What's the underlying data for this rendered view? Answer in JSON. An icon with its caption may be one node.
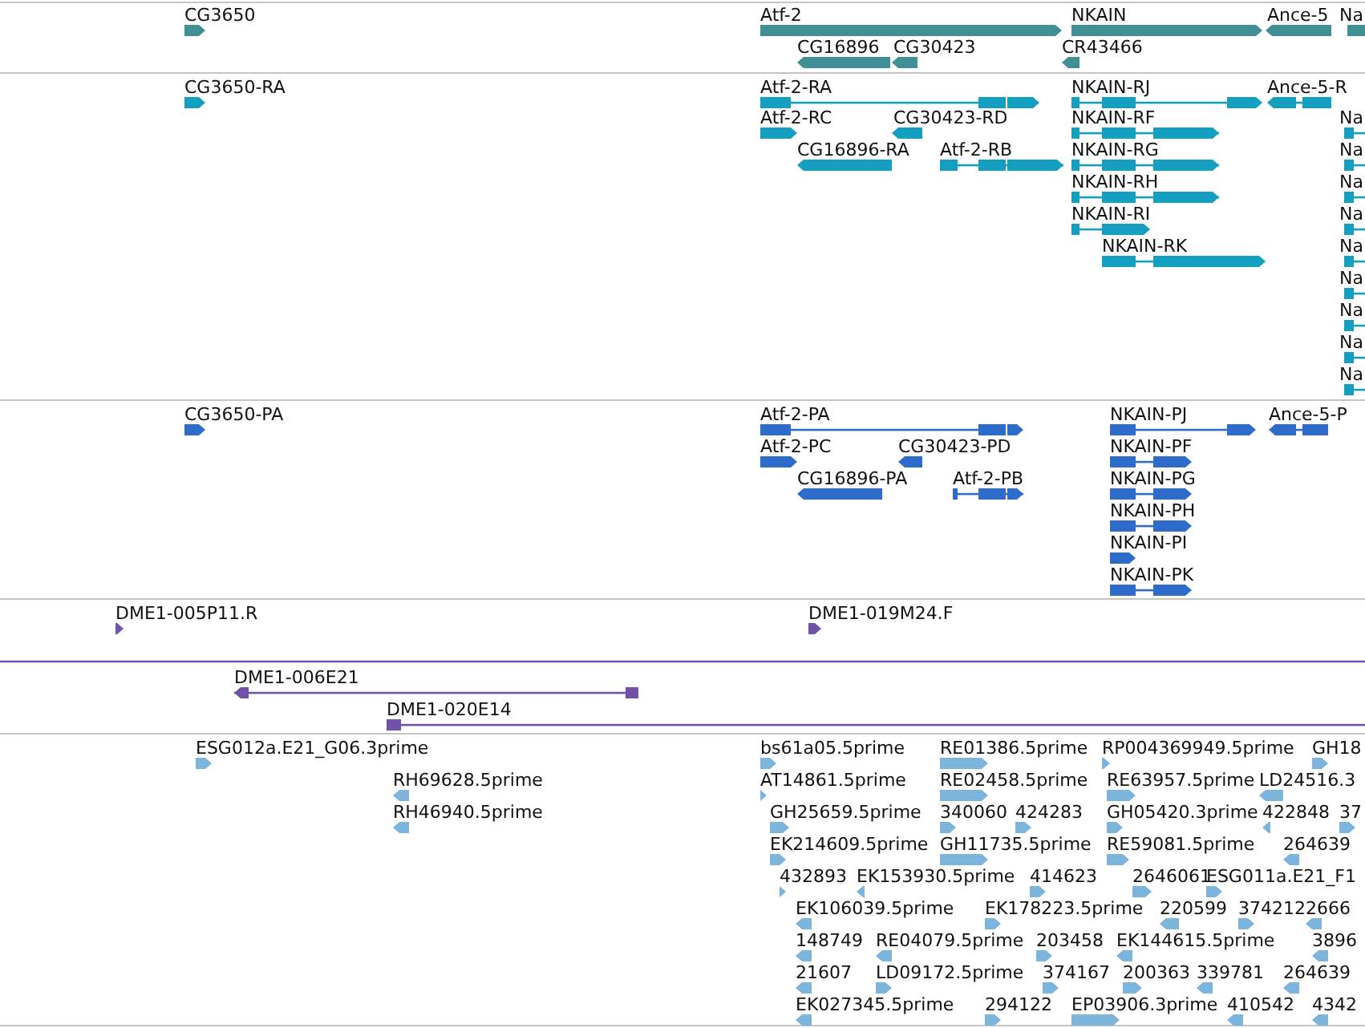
{
  "diagram": {
    "labels": [
      "CG3650",
      "Atf-2",
      "NKAIN",
      "Ance-5",
      "Na",
      "CG16896",
      "CG30423",
      "CR43466",
      "CG3650-RA",
      "Atf-2-RA",
      "NKAIN-RJ",
      "Ance-5-R",
      "Atf-2-RC",
      "CG30423-RD",
      "NKAIN-RF",
      "Na",
      "CG16896-RA",
      "Atf-2-RB",
      "NKAIN-RG",
      "Na",
      "NKAIN-RH",
      "Na",
      "NKAIN-RI",
      "Na",
      "NKAIN-RK",
      "Na",
      "Na",
      "Na",
      "Na",
      "Na",
      "CG3650-PA",
      "Atf-2-PA",
      "NKAIN-PJ",
      "Ance-5-P",
      "Atf-2-PC",
      "CG30423-PD",
      "NKAIN-PF",
      "CG16896-PA",
      "Atf-2-PB",
      "NKAIN-PG",
      "NKAIN-PH",
      "NKAIN-PI",
      "NKAIN-PK",
      "DME1-005P11.R",
      "DME1-019M24.F",
      "DME1-006E21",
      "DME1-020E14",
      "ESG012a.E21_G06.3prime",
      "bs61a05.5prime",
      "RE01386.5prime",
      "RP004369949.5prime",
      "GH18",
      "RH69628.5prime",
      "AT14861.5prime",
      "RE02458.5prime",
      "RE63957.5prime",
      "LD24516.3",
      "RH46940.5prime",
      "GH25659.5prime",
      "340060",
      "424283",
      "GH05420.3prime",
      "422848",
      "37",
      "EK214609.5prime",
      "GH11735.5prime",
      "RE59081.5prime",
      "264639",
      "432893",
      "EK153930.5prime",
      "414623",
      "2646061",
      "ESG011a.E21_F1",
      "EK106039.5prime",
      "EK178223.5prime",
      "220599",
      "374212",
      "2666",
      "148749",
      "RE04079.5prime",
      "203458",
      "EK144615.5prime",
      "3896",
      "21607",
      "LD09172.5prime",
      "374167",
      "200363",
      "339781",
      "264639",
      "EK027345.5prime",
      "294122",
      "EP03906.3prime",
      "410542",
      "4342"
    ]
  }
}
